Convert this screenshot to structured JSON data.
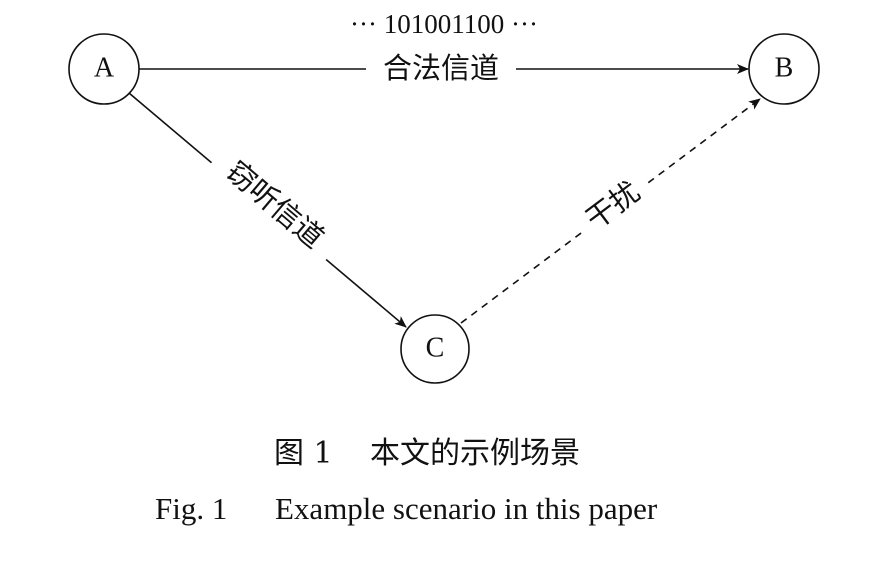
{
  "nodes": {
    "a": "A",
    "b": "B",
    "c": "C"
  },
  "edges": {
    "legal_channel": "合法信道",
    "eavesdrop_channel": "窃听信道",
    "interference": "干扰"
  },
  "bitstream": "··· 101001100 ···",
  "caption": {
    "cn_number": "图 1",
    "cn_title": "本文的示例场景",
    "en_number": "Fig. 1",
    "en_title": "Example scenario in this paper"
  }
}
